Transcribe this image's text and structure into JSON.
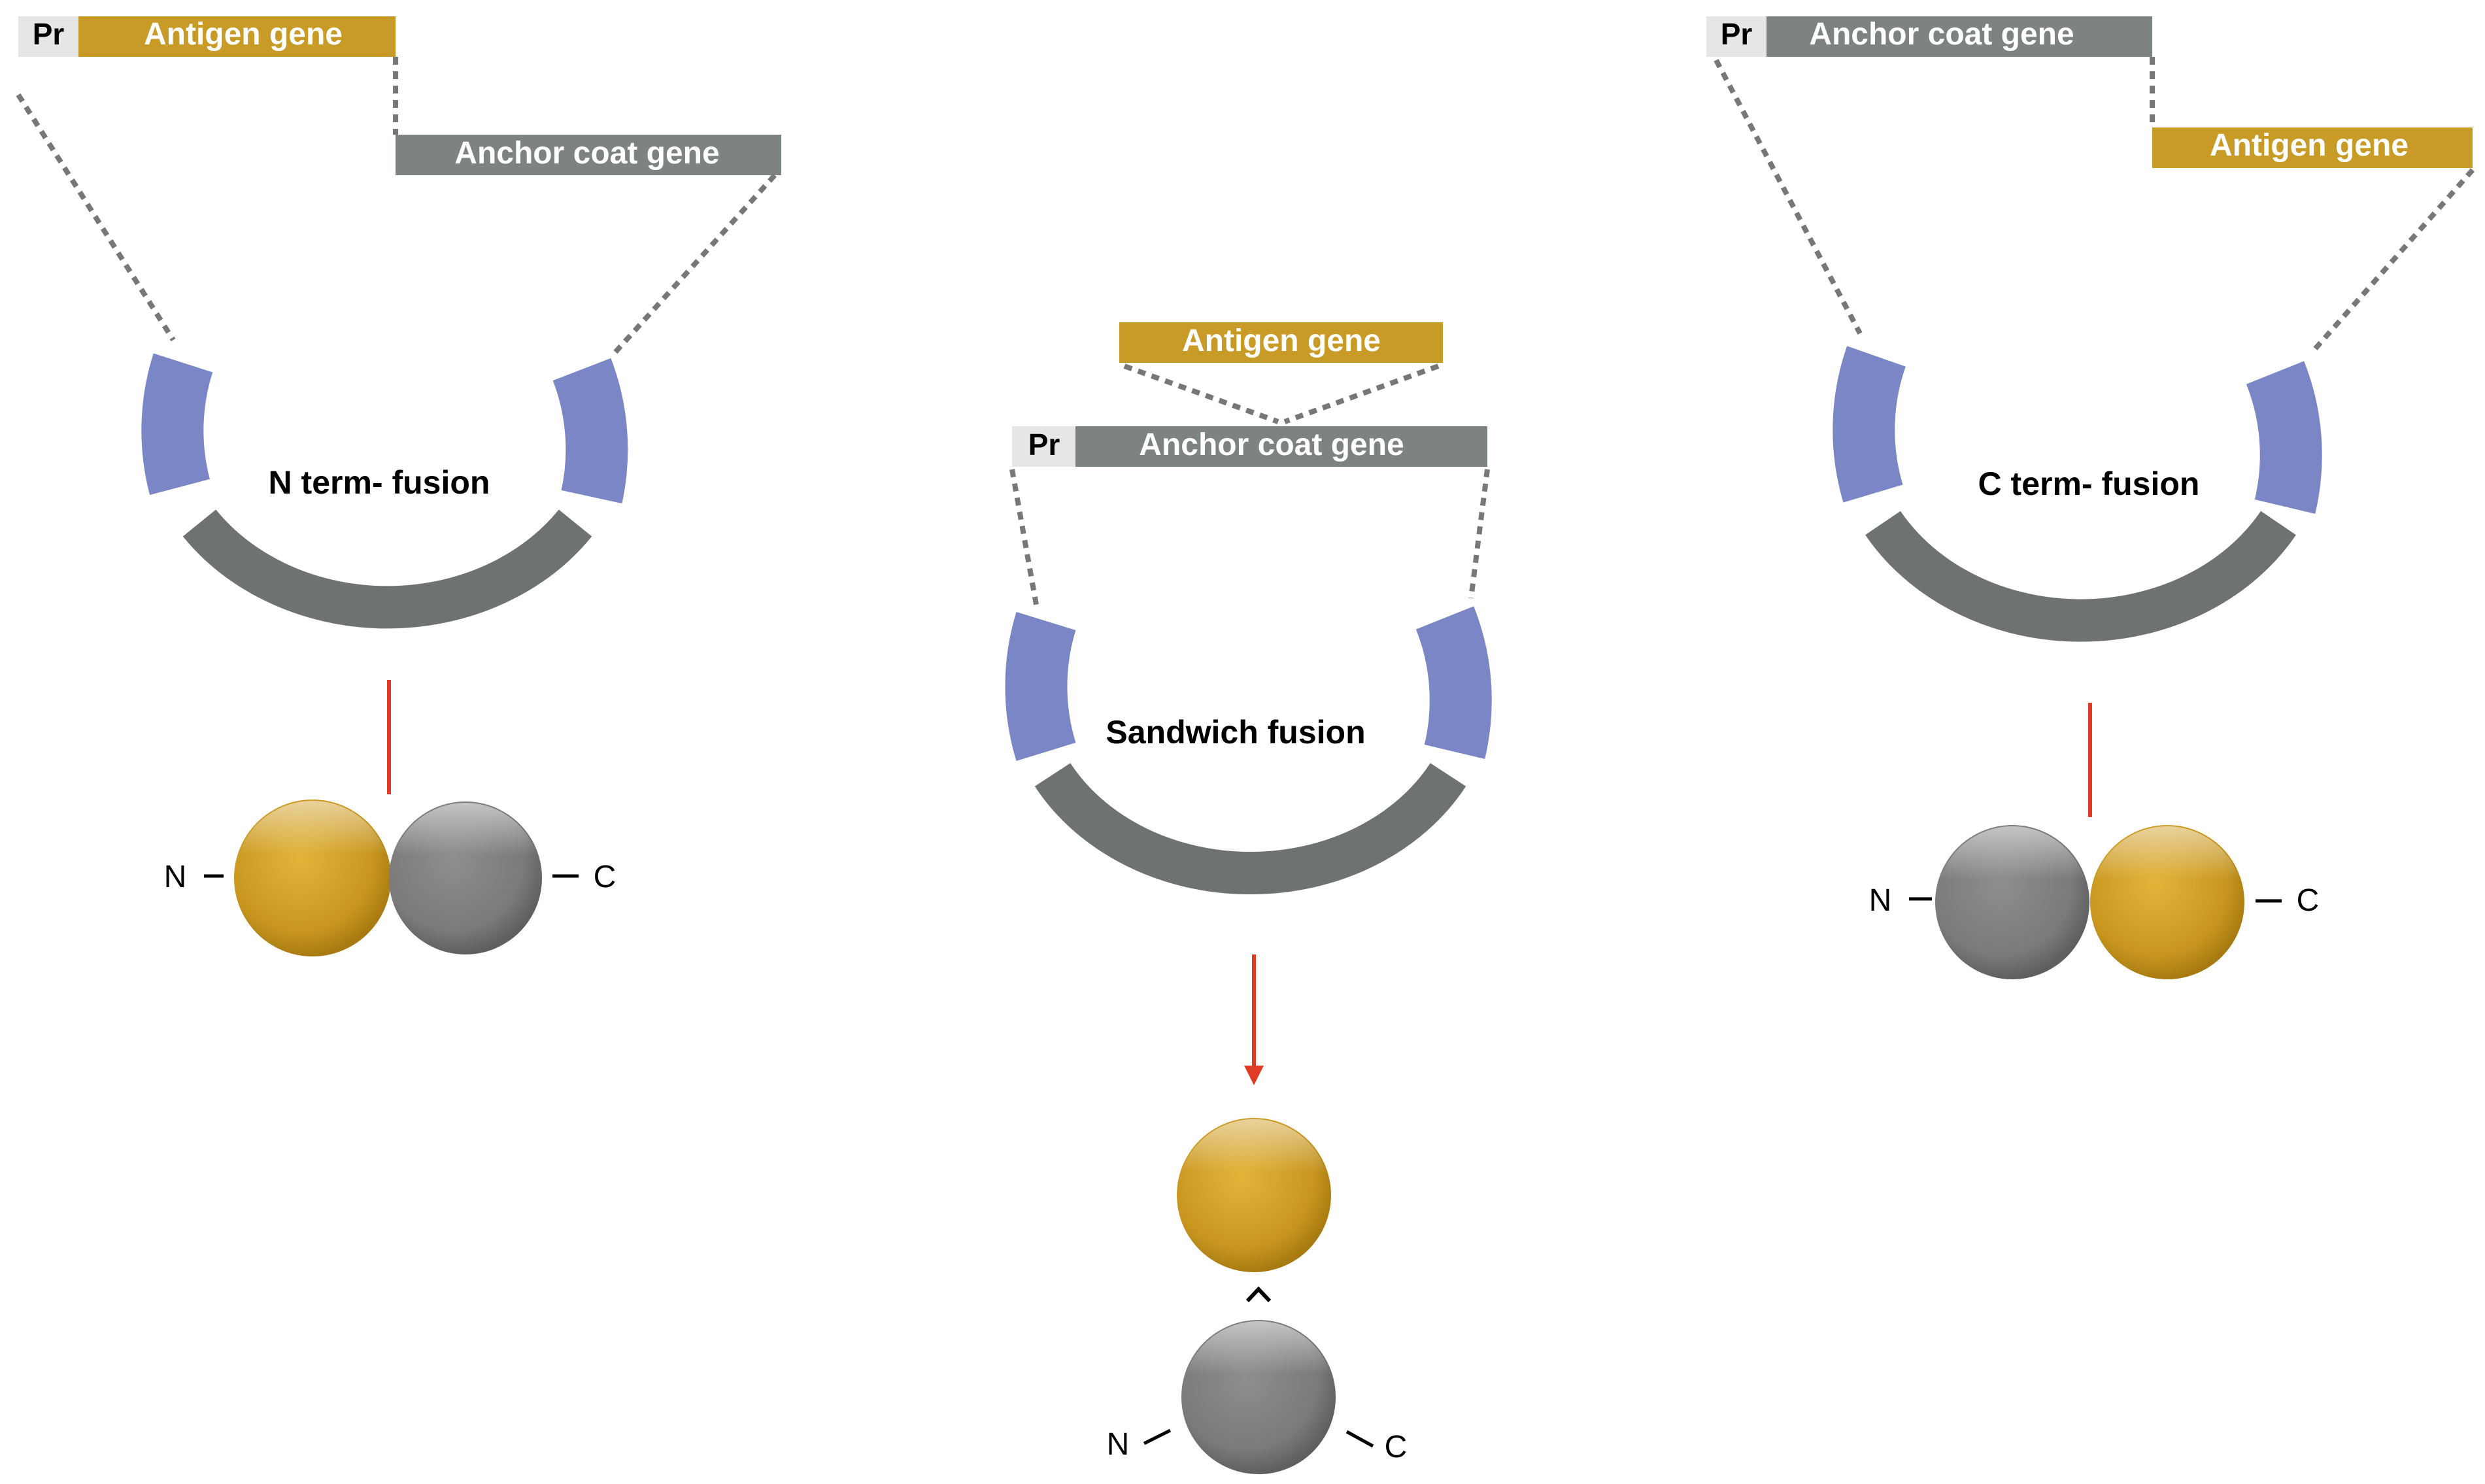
{
  "colors": {
    "antigen": "#C89A26",
    "anchor": "#7D8283",
    "promoter": "#E6E6E6",
    "plasmid_arm": "#7A86C6",
    "plasmid_backbone": "#6E7272",
    "arrow": "#E03B24"
  },
  "left_panel": {
    "promoter": "Pr",
    "gene_top": "Antigen gene",
    "gene_bottom": "Anchor coat  gene",
    "title": "N term- fusion",
    "n_label": "N",
    "c_label": "C"
  },
  "middle_panel": {
    "insert": "Antigen gene",
    "promoter": "Pr",
    "gene": "Anchor coat  gene",
    "title": "Sandwich fusion",
    "n_label": "N",
    "c_label": "C"
  },
  "right_panel": {
    "promoter": "Pr",
    "gene_top": "Anchor coat  gene",
    "gene_bottom": "Antigen gene",
    "title": "C term- fusion",
    "n_label": "N",
    "c_label": "C"
  }
}
